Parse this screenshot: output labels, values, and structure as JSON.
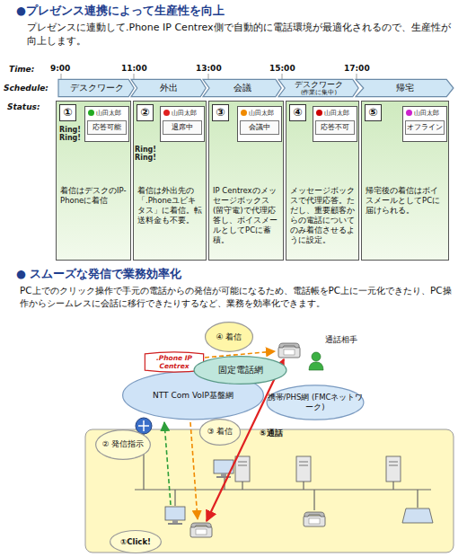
{
  "diagram": {
    "nodes": [
      {
        "text": [
          "デスクワーク"
        ]
      },
      {
        "text": [
          "外出"
        ]
      },
      {
        "text": [
          "会議"
        ]
      },
      {
        "text": [
          "デスクワーク",
          "(作業に集中)"
        ]
      },
      {
        "text": [
          "帰宅"
        ]
      },
      {
        "text": [
          "①",
          "着信はデスクのIP-Phoneに着信"
        ]
      },
      {
        "text": [
          "山田太郎",
          "応答可能"
        ],
        "in": 5
      },
      {
        "text": [
          "②",
          "着信は外出先の「.Phoneユビキタス」に着信。転送料金も不要。"
        ]
      },
      {
        "text": [
          "山田太郎",
          "退席中"
        ],
        "in": 7
      },
      {
        "text": [
          "③",
          "IP Centrexのメッセージボックス(留守電)で代理応答し、ボイスメールとしてPCに蓄積。"
        ]
      },
      {
        "text": [
          "山田太郎",
          "会議中"
        ],
        "in": 9
      },
      {
        "text": [
          "④",
          "メッセージボックスで代理応答。ただし、重要顧客からの電話についてのみ着信させるように設定。"
        ]
      },
      {
        "text": [
          "山田太郎",
          "応答不可"
        ],
        "in": 11
      },
      {
        "text": [
          "⑤",
          "帰宅後の着信はボイスメールとしてPCに届けられる。"
        ]
      },
      {
        "text": [
          "山田太郎",
          "オフライン"
        ],
        "in": 13
      },
      {
        "text": [
          "④ 着信"
        ]
      },
      {
        "text": [
          "NTT Com VoIP基盤網"
        ]
      },
      {
        "text": [
          ".Phone IP Centrex"
        ]
      },
      {
        "text": [
          "固定電話網"
        ]
      },
      {
        "text": [
          "携帯/PHS網 (FMCネットワーク)"
        ]
      },
      {
        "text": [
          "② 発信指示"
        ]
      },
      {
        "text": [
          "③ 着信"
        ]
      },
      {
        "text": [
          "①Click!"
        ]
      }
    ],
    "labels": [
      "●プレゼンス連携によって生産性を向上",
      "プレゼンスに連動して.Phone IP Centrex側で自動的に電話環境が最適化されるので、生産性が向上します。",
      "Time:",
      "9:00",
      "11:00",
      "13:00",
      "15:00",
      "17:00",
      "Schedule:",
      "Status:",
      "Ring! Ring!",
      "Ring! Ring!",
      "● スムーズな発信で業務効率化",
      "PC上でのクリック操作で手元の電話からの発信が可能になるため、電話帳をPC上に一元化できたり、PC操作からシームレスに会話に移行できたりするなど、業務を効率化できます。",
      "通話相手",
      "⑤通話"
    ]
  }
}
